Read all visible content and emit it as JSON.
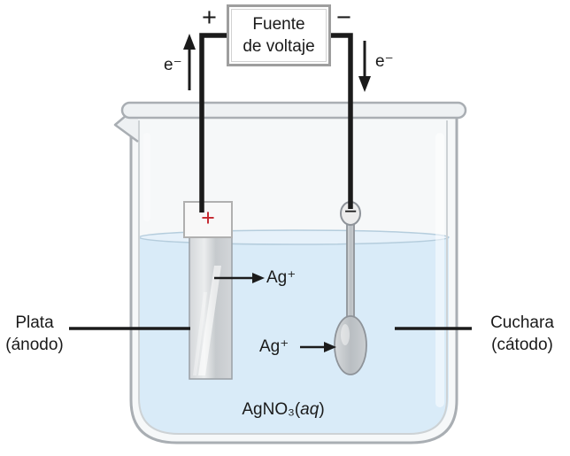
{
  "voltage_source": {
    "line1": "Fuente",
    "line2": "de voltaje",
    "plus_terminal": "+",
    "minus_terminal": "−"
  },
  "electrons": {
    "left_label": "e⁻",
    "right_label": "e⁻"
  },
  "anode": {
    "terminal_sign": "+",
    "label_line1": "Plata",
    "label_line2": "(ánodo)"
  },
  "cathode": {
    "terminal_sign": "−",
    "label_line1": "Cuchara",
    "label_line2": "(cátodo)"
  },
  "ions": {
    "upper": "Ag⁺",
    "lower": "Ag⁺"
  },
  "solution": {
    "pre": "AgNO₃(",
    "italic": "aq",
    "post": ")"
  },
  "colors": {
    "liquid": "#d9ebf8",
    "glass_stroke": "#a9aeb3",
    "wire": "#1b1b1b",
    "anode_plus_red": "#c4262e"
  }
}
